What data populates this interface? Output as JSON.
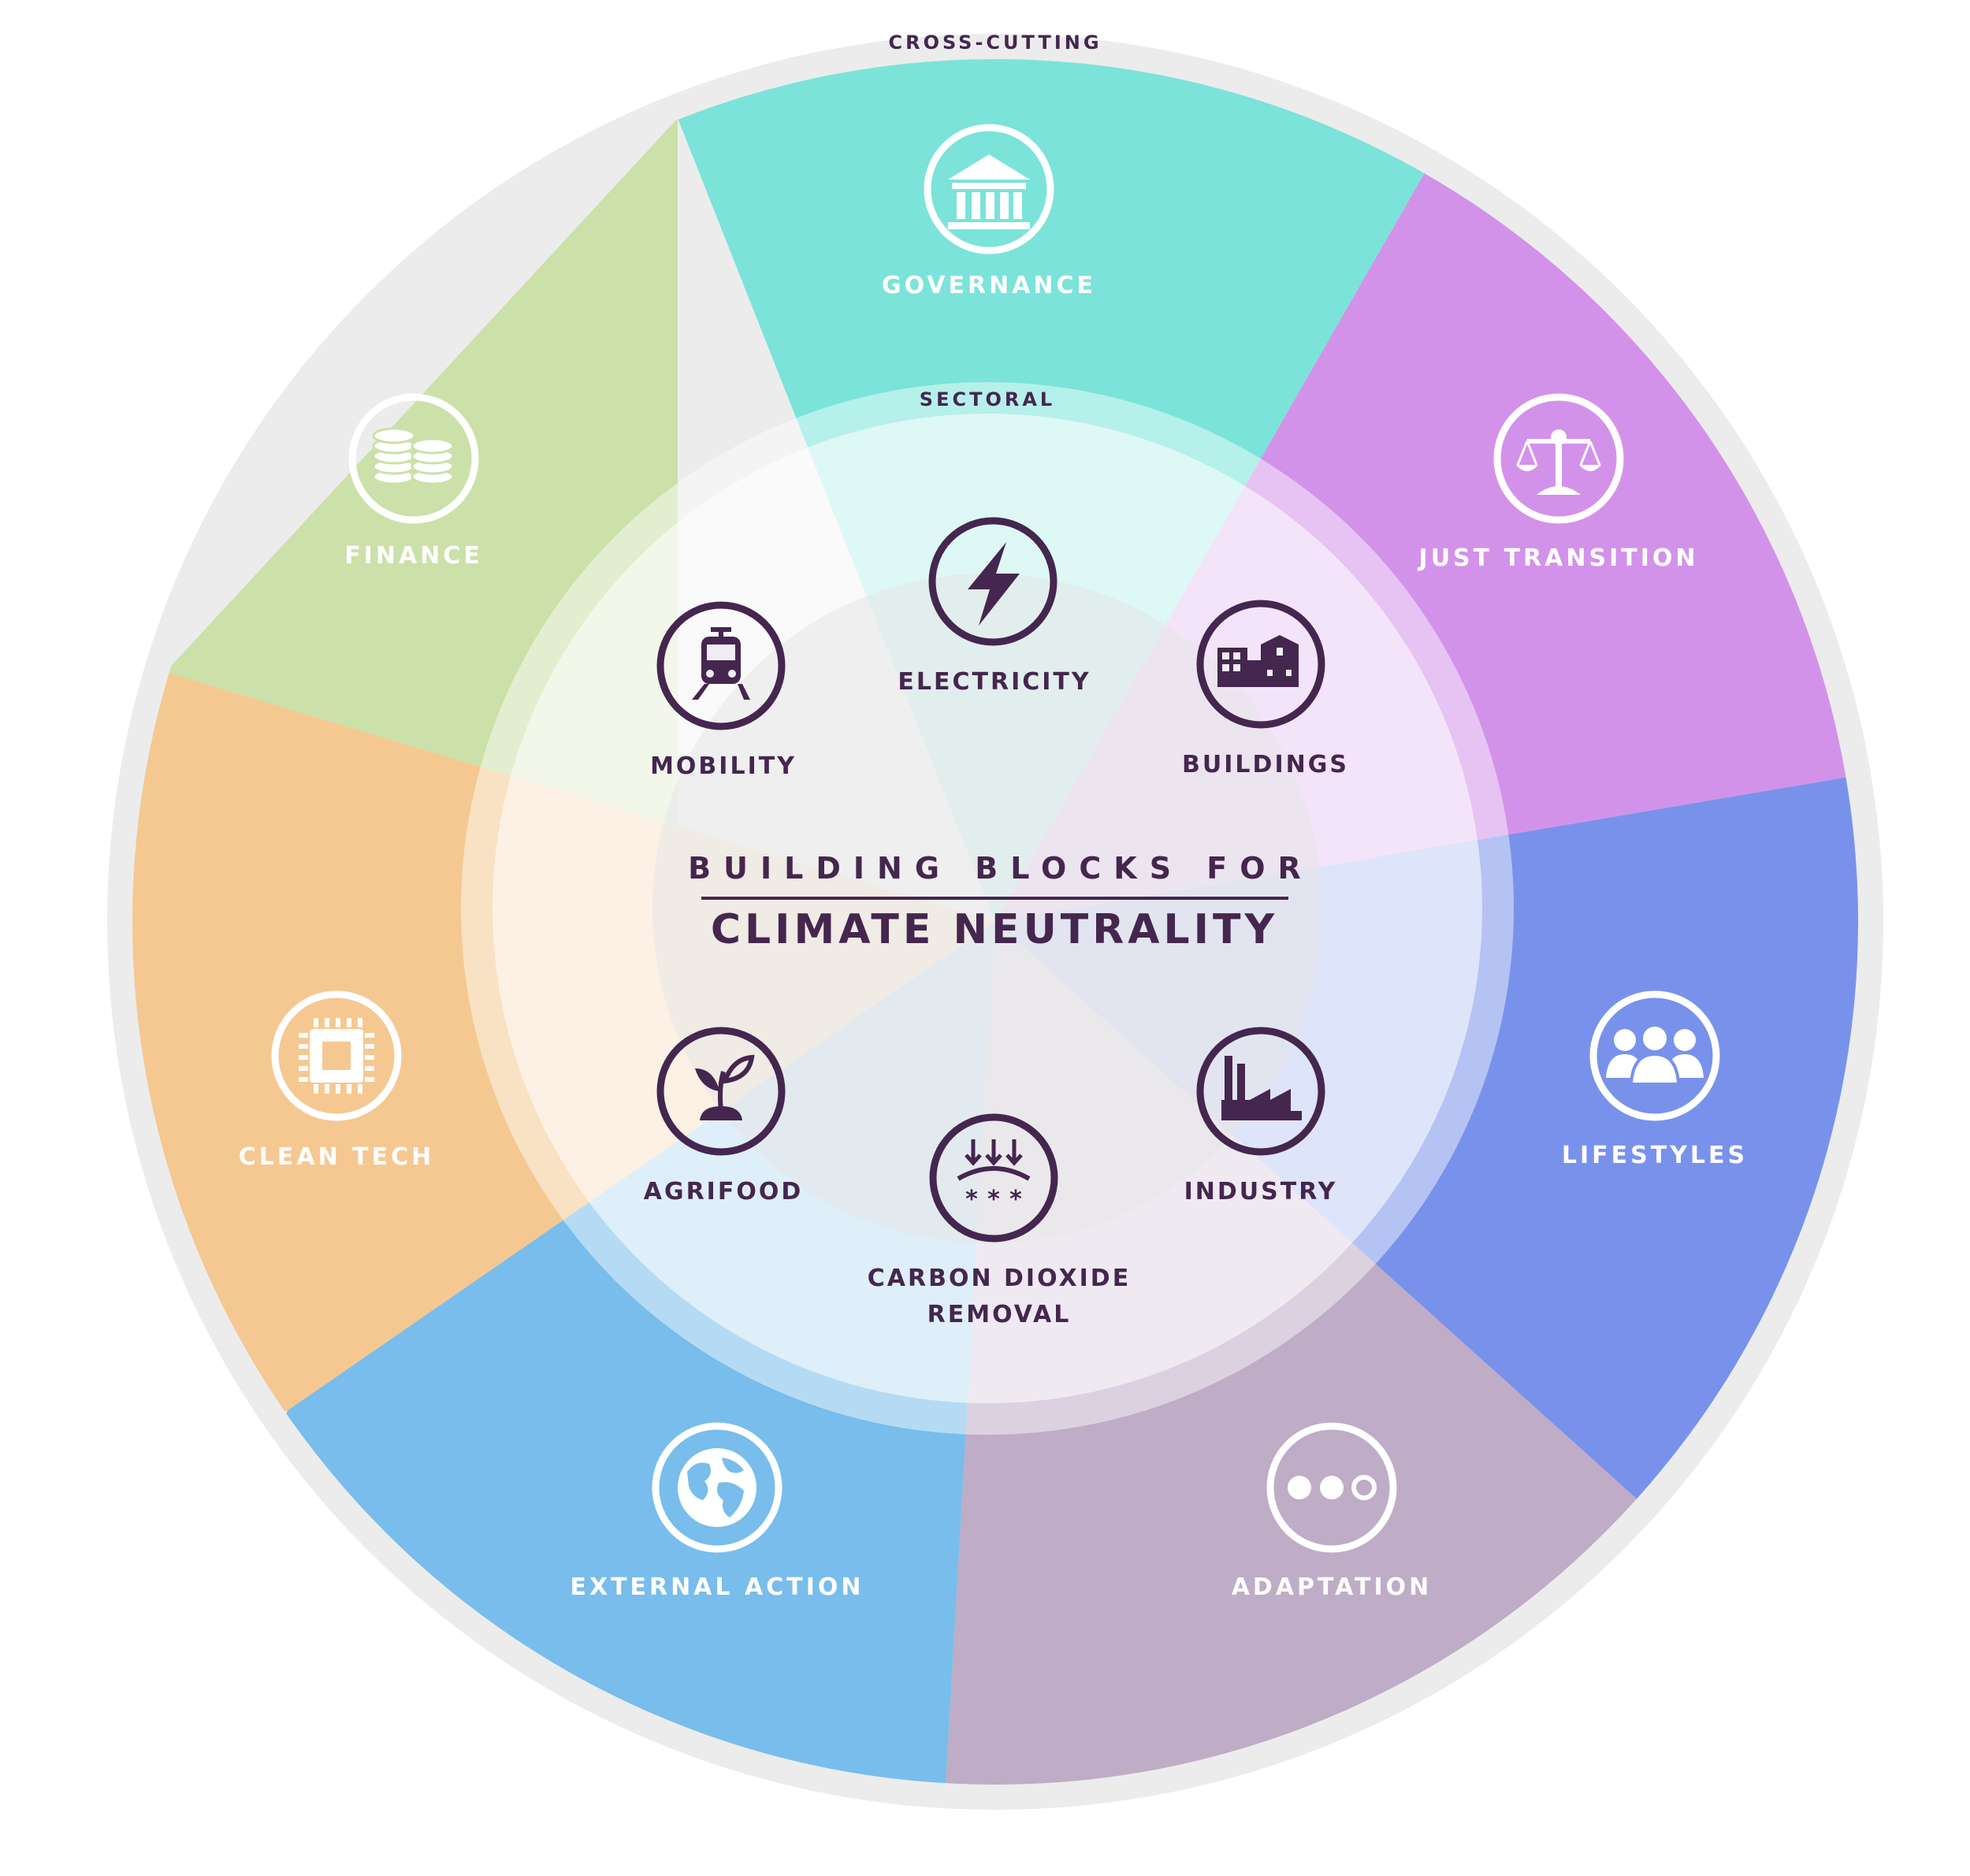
{
  "title": {
    "line1": "BUILDING BLOCKS FOR",
    "line2": "CLIMATE NEUTRALITY"
  },
  "rings": {
    "outer_label": "CROSS-CUTTING",
    "inner_label": "SECTORAL"
  },
  "colors": {
    "outer_ring": "#ececec",
    "text_dark": "#45264f",
    "text_light": "#ffffff"
  },
  "cross_cutting": [
    {
      "id": "governance",
      "label": "GOVERNANCE",
      "icon": "bank-icon",
      "color": "#7be3da"
    },
    {
      "id": "just-transition",
      "label": "JUST TRANSITION",
      "icon": "scales-icon",
      "color": "#d392e9"
    },
    {
      "id": "lifestyles",
      "label": "LIFESTYLES",
      "icon": "people-icon",
      "color": "#7892ec"
    },
    {
      "id": "adaptation",
      "label": "ADAPTATION",
      "icon": "dots-icon",
      "color": "#bfacc6"
    },
    {
      "id": "external-action",
      "label": "EXTERNAL ACTION",
      "icon": "globe-icon",
      "color": "#78bdeb"
    },
    {
      "id": "clean-tech",
      "label": "CLEAN TECH",
      "icon": "chip-icon",
      "color": "#f5c892"
    },
    {
      "id": "finance",
      "label": "FINANCE",
      "icon": "coins-icon",
      "color": "#cce0a9"
    }
  ],
  "sectoral": [
    {
      "id": "electricity",
      "label": "ELECTRICITY",
      "icon": "lightning-icon"
    },
    {
      "id": "buildings",
      "label": "BUILDINGS",
      "icon": "buildings-icon"
    },
    {
      "id": "industry",
      "label": "INDUSTRY",
      "icon": "factory-icon"
    },
    {
      "id": "carbon-dioxide-removal",
      "label_line1": "CARBON DIOXIDE",
      "label_line2": "REMOVAL",
      "icon": "co2-removal-icon"
    },
    {
      "id": "agrifood",
      "label": "AGRIFOOD",
      "icon": "sprout-icon"
    },
    {
      "id": "mobility",
      "label": "MOBILITY",
      "icon": "train-icon"
    }
  ]
}
